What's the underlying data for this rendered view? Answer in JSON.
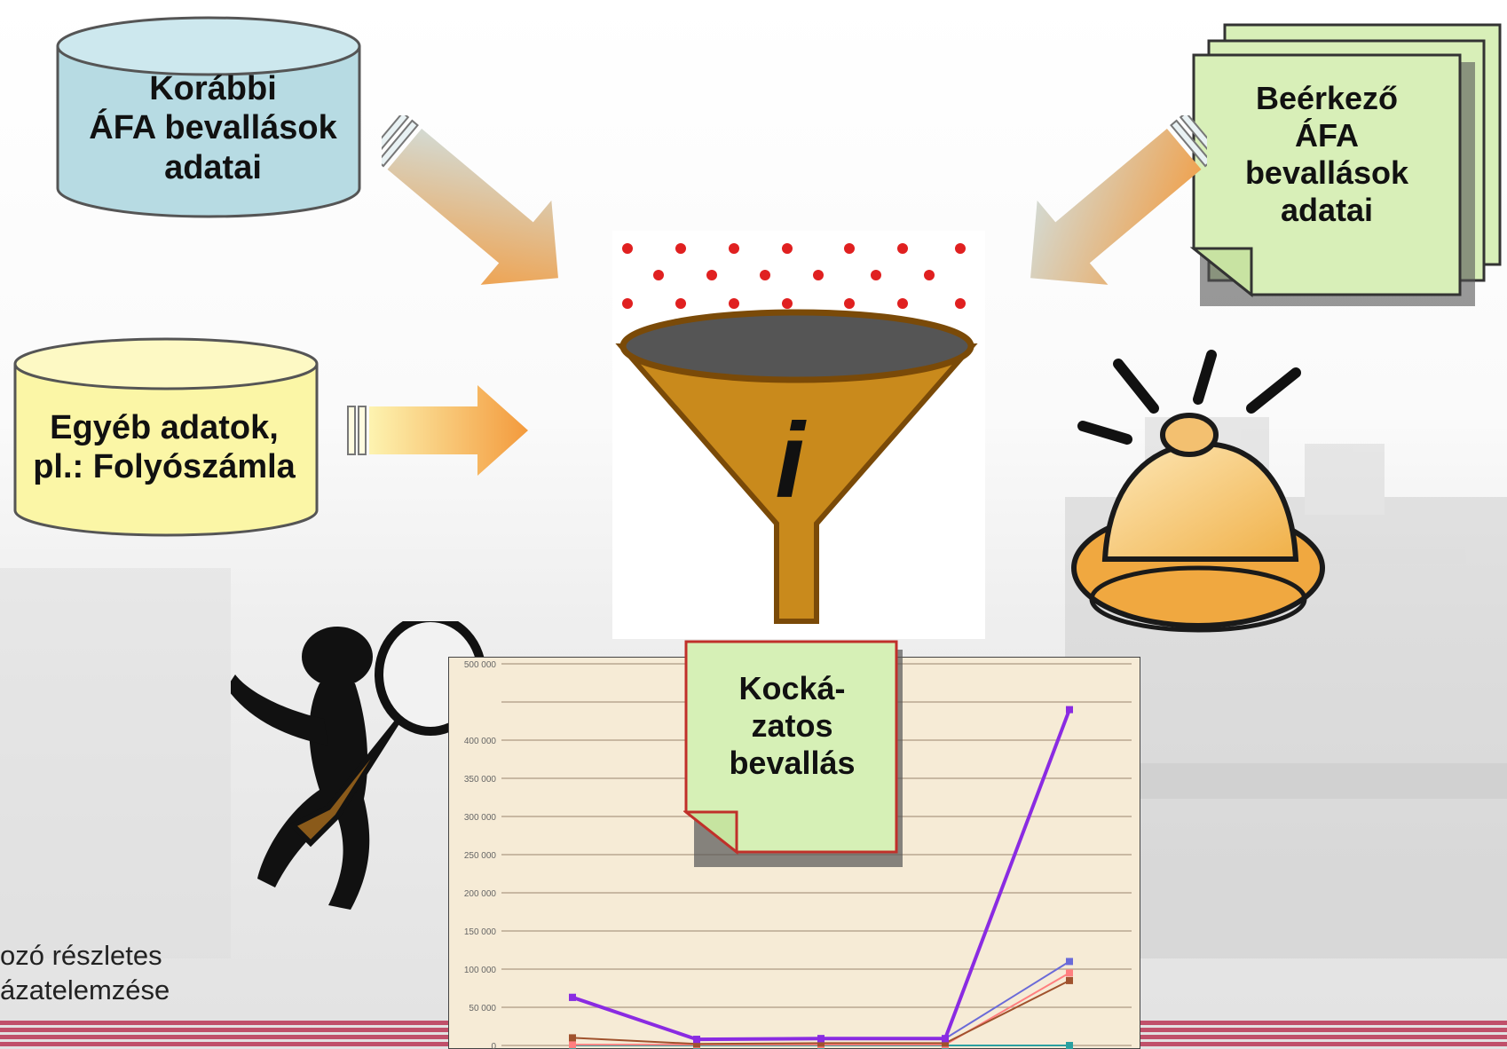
{
  "sources": {
    "previous_returns": {
      "label_lines": [
        "Korábbi",
        "ÁFA bevallások",
        "adatai"
      ],
      "color": "#b7dbe3"
    },
    "incoming_returns": {
      "label_lines": [
        "Beérkező",
        "ÁFA",
        "bevallások",
        "adatai"
      ],
      "color": "#d8efb8"
    },
    "other_data": {
      "label_lines": [
        "Egyéb adatok,",
        "pl.: Folyószámla"
      ],
      "color": "#fbf6a6"
    }
  },
  "output": {
    "label_lines": [
      "Kocká-",
      "zatos",
      "bevallás"
    ],
    "color": "#d6f0b6"
  },
  "funnel": {
    "icon_letter": "i",
    "color": "#c98a1c"
  },
  "bottom_text": {
    "line1": "ozó részletes",
    "line2": "ázatelemzése"
  },
  "colors": {
    "arrow_start": "#cfe3e8",
    "arrow_end": "#f39a3c",
    "dot": "#e02020",
    "chart_bg": "#f6ebd6",
    "series_main": "#8a2be2"
  },
  "chart_data": {
    "type": "line",
    "yticks": [
      "500 000",
      "400 000",
      "350 000",
      "300 000",
      "250 000",
      "200 000",
      "150 000",
      "100 000",
      "50 000",
      "0"
    ],
    "ylim": [
      0,
      500000
    ],
    "x": [
      1,
      2,
      3,
      4,
      5
    ],
    "series": [
      {
        "values": [
          63000,
          8000,
          9000,
          9000,
          440000
        ],
        "color": "#8a2be2",
        "width": 4
      },
      {
        "values": [
          63000,
          8000,
          9000,
          9000,
          110000
        ],
        "color": "#6a6ad8",
        "width": 2
      },
      {
        "values": [
          10000,
          2000,
          3000,
          3000,
          85000
        ],
        "color": "#a0522d",
        "width": 2
      },
      {
        "values": [
          1000,
          1000,
          1000,
          1000,
          95000
        ],
        "color": "#ff7f7f",
        "width": 2
      },
      {
        "values": [
          0,
          0,
          0,
          0,
          0
        ],
        "color": "#2aa0a0",
        "width": 2
      }
    ]
  }
}
